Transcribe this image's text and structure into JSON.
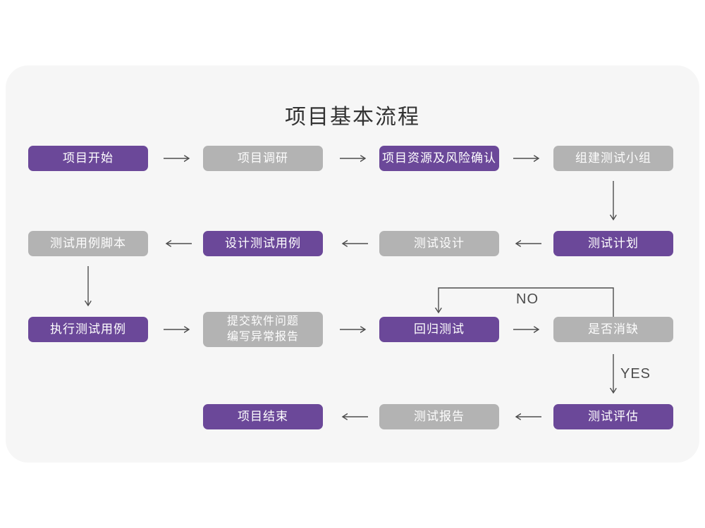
{
  "title": "项目基本流程",
  "colors": {
    "purple": "#6b4899",
    "gray": "#b3b3b3",
    "card": "#f6f6f6",
    "arrow": "#4d4d4d",
    "title": "#333333"
  },
  "flow": {
    "nodes": [
      {
        "id": "project-start",
        "label": "项目开始",
        "variant": "purple"
      },
      {
        "id": "project-research",
        "label": "项目调研",
        "variant": "gray"
      },
      {
        "id": "resource-risk-confirm",
        "label": "项目资源及风险确认",
        "variant": "purple"
      },
      {
        "id": "build-test-team",
        "label": "组建测试小组",
        "variant": "gray"
      },
      {
        "id": "test-case-script",
        "label": "测试用例脚本",
        "variant": "gray"
      },
      {
        "id": "design-test-case",
        "label": "设计测试用例",
        "variant": "purple"
      },
      {
        "id": "test-design",
        "label": "测试设计",
        "variant": "gray"
      },
      {
        "id": "test-plan",
        "label": "测试计划",
        "variant": "purple"
      },
      {
        "id": "execute-test-case",
        "label": "执行测试用例",
        "variant": "purple"
      },
      {
        "id": "submit-issue-report",
        "label": "提交软件问题\n编写异常报告",
        "variant": "gray"
      },
      {
        "id": "regression-test",
        "label": "回归测试",
        "variant": "purple"
      },
      {
        "id": "defect-resolved",
        "label": "是否消缺",
        "variant": "gray"
      },
      {
        "id": "project-end",
        "label": "项目结束",
        "variant": "purple"
      },
      {
        "id": "test-report",
        "label": "测试报告",
        "variant": "gray"
      },
      {
        "id": "test-evaluation",
        "label": "测试评估",
        "variant": "purple"
      }
    ],
    "labels": {
      "no": "NO",
      "yes": "YES"
    }
  }
}
